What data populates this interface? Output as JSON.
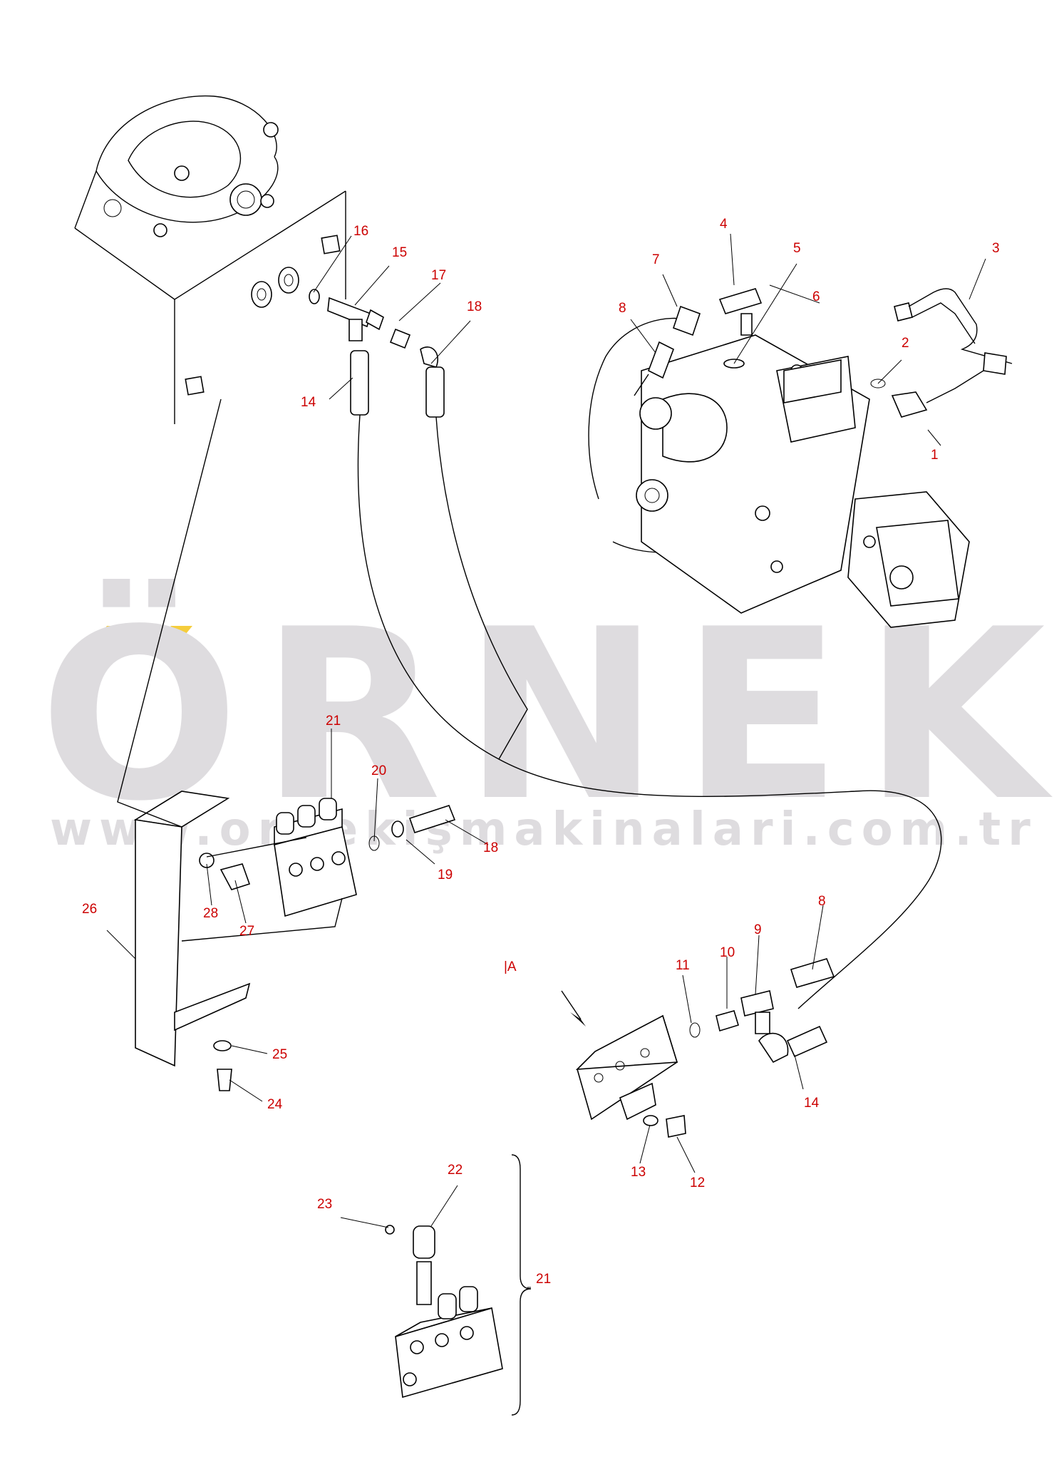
{
  "watermark": {
    "brand": "ÖRNEK",
    "url": "www.ornekişmakinalari.com.tr",
    "accent_color": "#f5cd3c",
    "text_color": "#dedcdf"
  },
  "view_label": "|A",
  "callouts": [
    "1",
    "2",
    "3",
    "4",
    "5",
    "6",
    "7",
    "8",
    "14",
    "15",
    "16",
    "17",
    "18",
    "18",
    "19",
    "20",
    "21",
    "21",
    "22",
    "23",
    "24",
    "25",
    "26",
    "27",
    "28",
    "8",
    "9",
    "10",
    "11",
    "12",
    "13",
    "14"
  ],
  "colors": {
    "callout": "#cc0000",
    "linework": "#000000"
  }
}
